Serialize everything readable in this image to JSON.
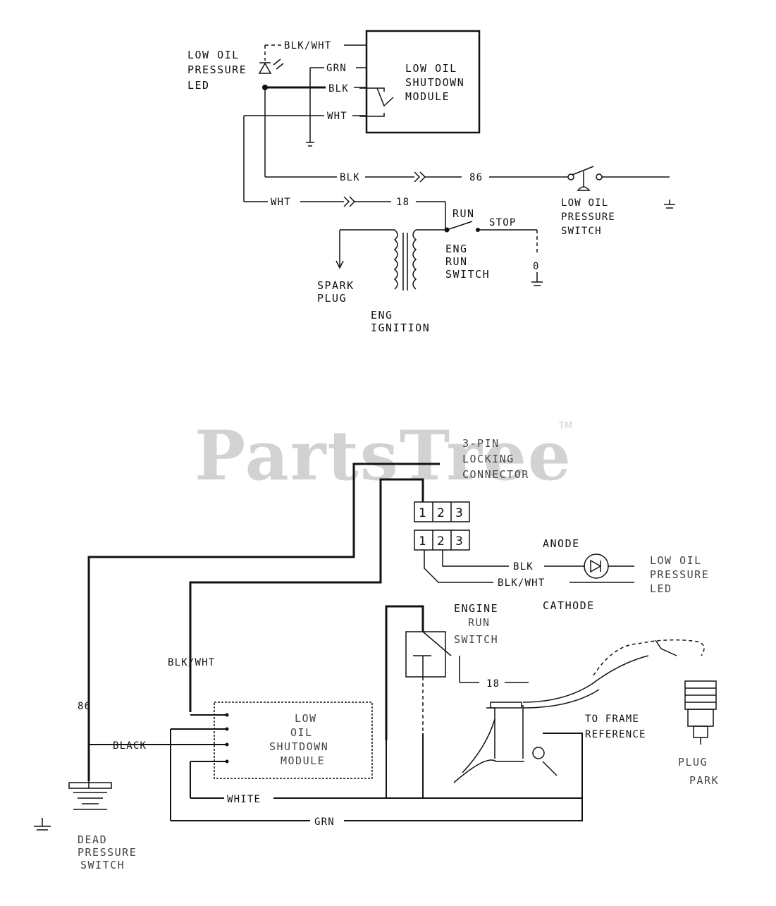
{
  "watermark": {
    "text": "PartsTree",
    "trademark": "TM"
  },
  "top_diagram": {
    "led_label": [
      "LOW OIL",
      "PRESSURE",
      "LED"
    ],
    "wires": {
      "blk_wht": "BLK/WHT",
      "grn": "GRN",
      "blk": "BLK",
      "wht": "WHT"
    },
    "module_label": [
      "LOW OIL",
      "SHUTDOWN",
      "MODULE"
    ],
    "lower_blk": "BLK",
    "lower_blk_num": "86",
    "lower_wht": "WHT",
    "lower_wht_num": "18",
    "pressure_switch": [
      "LOW OIL",
      "PRESSURE",
      "SWITCH"
    ],
    "run": "RUN",
    "stop": "STOP",
    "run_switch": [
      "ENG",
      "RUN",
      "SWITCH"
    ],
    "spark_plug": [
      "SPARK",
      "PLUG"
    ],
    "ignition": [
      "ENG",
      "IGNITION"
    ]
  },
  "bottom_diagram": {
    "connector_label": [
      "3-PIN",
      "LOCKING",
      "CONNECTOR"
    ],
    "pins_top": [
      "1",
      "2",
      "3"
    ],
    "pins_bottom": [
      "1",
      "2",
      "3"
    ],
    "anode": "ANODE",
    "blk": "BLK",
    "blk_wht": "BLK/WHT",
    "cathode": "CATHODE",
    "led_label": [
      "LOW OIL",
      "PRESSURE",
      "LED"
    ],
    "engine_run_switch": [
      "ENGINE",
      "RUN",
      "SWITCH"
    ],
    "wire_18": "18",
    "left_blk_wht": "BLK/WHT",
    "left_86": "86",
    "module_label": [
      "LOW",
      "OIL",
      "SHUTDOWN",
      "MODULE"
    ],
    "black": "BLACK",
    "white": "WHITE",
    "grn": "GRN",
    "frame_ground": [
      "TO FRAME",
      "REFERENCE"
    ],
    "spark_plug": [
      "PLUG",
      "PARK"
    ],
    "pressure_switch": [
      "DEAD",
      "PRESSURE",
      "SWITCH"
    ]
  }
}
